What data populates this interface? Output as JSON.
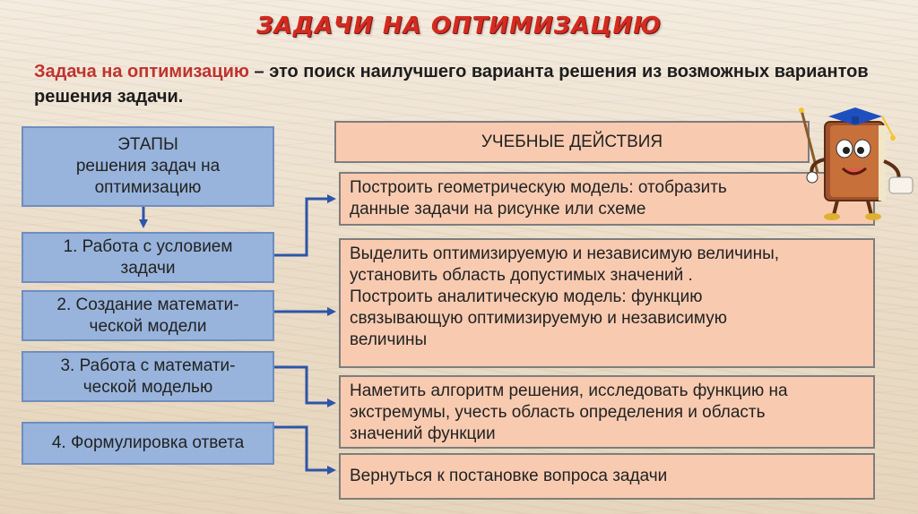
{
  "title": "ЗАДАЧИ НА ОПТИМИЗАЦИЮ",
  "definition": {
    "term": "Задача на оптимизацию",
    "text": " – это поиск наилучшего варианта решения из возможных вариантов решения задачи."
  },
  "stages_header": {
    "line1": "ЭТАПЫ",
    "line2": "решения задач на",
    "line3": "оптимизацию"
  },
  "stages": [
    {
      "line1": "1. Работа с условием",
      "line2": "задачи"
    },
    {
      "line1": "2. Создание математи-",
      "line2": "ческой модели"
    },
    {
      "line1": "3. Работа с математи-",
      "line2": "ческой моделью"
    },
    {
      "line1": "4. Формулировка ответа",
      "line2": ""
    }
  ],
  "actions_header": "УЧЕБНЫЕ ДЕЙСТВИЯ",
  "actions": [
    {
      "lines": [
        "Построить геометрическую модель: отобразить",
        "данные  задачи на рисунке или схеме"
      ]
    },
    {
      "lines": [
        "Выделить оптимизируемую и независимую величины,",
        "установить область допустимых значений .",
        "Построить аналитическую модель: функцию",
        "связывающую оптимизируемую и независимую",
        "величины"
      ]
    },
    {
      "lines": [
        "Наметить алгоритм решения, исследовать функцию на",
        "экстремумы, учесть область определения и область",
        "значений функции"
      ]
    },
    {
      "lines": [
        "Вернуться к постановке вопроса задачи"
      ]
    }
  ],
  "colors": {
    "title": "#d42a1f",
    "term": "#c0332e",
    "stage_box": "#98b4dc",
    "action_box": "#f8cbb1",
    "arrow": "#2d55a8"
  },
  "icons": {
    "mascot": "book-mascot-icon"
  }
}
